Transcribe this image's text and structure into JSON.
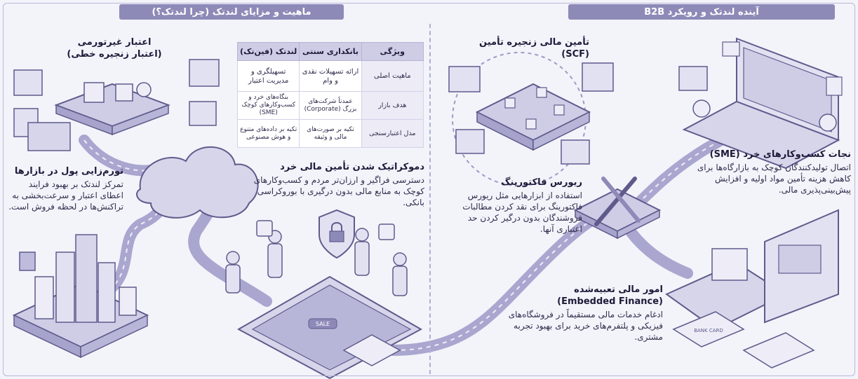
{
  "banners": {
    "left": "ماهیت و مزایای لندتک (چرا لندتک؟)",
    "right": "آینده لندتک و رویکرد B2B"
  },
  "table": {
    "headers": [
      "ویژگی",
      "بانکداری سنتی",
      "لندتک (فین‌تک)"
    ],
    "rows": [
      [
        "ماهیت اصلی",
        "ارائه تسهیلات نقدی و وام",
        "تسهیلگری و مدیریت اعتبار"
      ],
      [
        "هدف بازار",
        "عمدتاً شرکت‌های بزرگ (Corporate)",
        "بنگاه‌های خرد و کسب‌وکارهای کوچک (SME)"
      ],
      [
        "مدل اعتبارسنجی",
        "تکیه بر صورت‌های مالی و وثیقه",
        "تکیه بر داده‌های متنوع و هوش مصنوعی"
      ]
    ]
  },
  "sections": {
    "nonlinear": {
      "title_line1": "اعتبار غیرتورمی",
      "title_line2": "(اعتبار زنجیره خطی)"
    },
    "inflation": {
      "title": "تورم‌زایی پول در بازارها",
      "body": "تمرکز لندتک بر بهبود فرایند اعطای اعتبار و سرعت‌بخشی به تراکنش‌ها در لحظه فروش است."
    },
    "democratization": {
      "title": "دموکراتیک شدن تأمین مالی خرد",
      "body": "دسترسی فراگیر و ارزان‌تر مردم و کسب‌وکارهای کوچک به منابع مالی بدون درگیری با بوروکراسی بانکی."
    },
    "scf": {
      "title": "تأمین مالی زنجیره تأمین (SCF)"
    },
    "reverse_factoring": {
      "title": "ریورس فاکتورینگ",
      "body": "استفاده از ابزارهایی مثل ریورس فاکتورینگ برای نقد کردن مطالبات فروشندگان بدون درگیر کردن حد اعتباری آنها."
    },
    "sme": {
      "title": "نجات کسب‌وکارهای خرد (SME)",
      "body": "اتصال تولیدکنندگان کوچک به بازارگاه‌ها برای کاهش هزینه تأمین مواد اولیه و افزایش پیش‌بینی‌پذیری مالی."
    },
    "embedded": {
      "title_line1": "امور مالی تعبیه‌شده",
      "title_line2": "(Embedded Finance)",
      "body": "ادغام خدمات مالی مستقیماً در فروشگاه‌های فیزیکی و پلتفرم‌های خرید برای بهبود تجربه مشتری."
    }
  },
  "art_labels": {
    "sale_button": "SALE",
    "card_label": "BANK CARD"
  },
  "colors": {
    "banner": "#8d8ab8",
    "road": "#9e9bc6",
    "line": "#5e5b8c",
    "fill_light": "#e2e1f1",
    "fill_mid": "#bebcdd"
  }
}
